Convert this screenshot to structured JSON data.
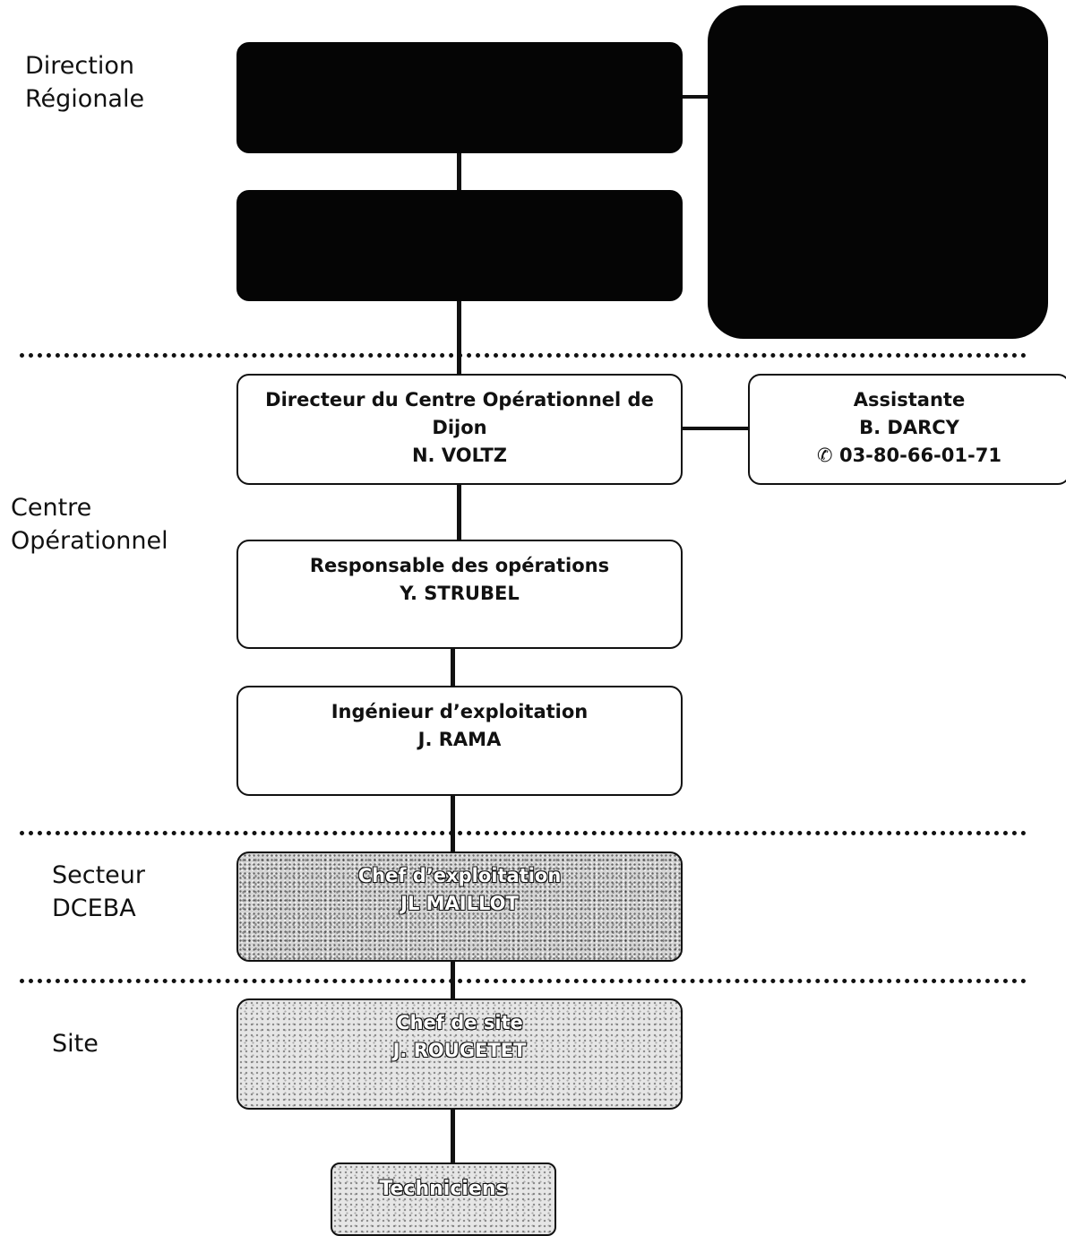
{
  "levels": {
    "direction": "Direction\nRégionale",
    "centre": "Centre\nOpérationnel",
    "secteur": "Secteur\nDCEBA",
    "site": "Site"
  },
  "boxes": {
    "directeur": {
      "title": "Directeur du Centre Opérationnel de Dijon",
      "name": "N. VOLTZ"
    },
    "assistante": {
      "title": "Assistante",
      "name": "B. DARCY",
      "phone": "✆ 03-80-66-01-71"
    },
    "responsable": {
      "title": "Responsable des opérations",
      "name": "Y. STRUBEL"
    },
    "ingenieur": {
      "title": "Ingénieur d’exploitation",
      "name": "J. RAMA"
    },
    "chef_exploitation": {
      "title": "Chef d’exploitation",
      "name": "JL MAILLOT"
    },
    "chef_site": {
      "title": "Chef de site",
      "name": "J. ROUGETET"
    },
    "techniciens": {
      "title": "Techniciens"
    }
  }
}
